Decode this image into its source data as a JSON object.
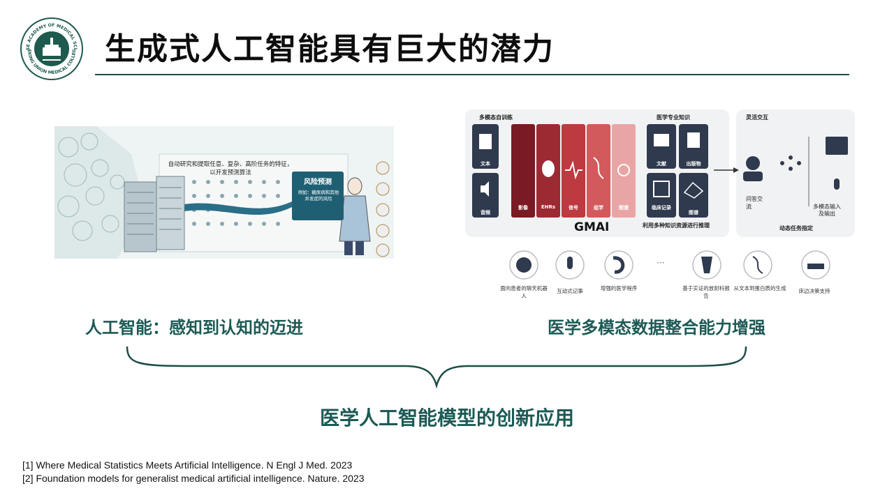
{
  "title": "生成式人工智能具有巨大的潜力",
  "colors": {
    "accent": "#1d5a55",
    "rule": "#1e4a45"
  },
  "logo": {
    "name": "school-seal",
    "inscription_top": "CHINESE ACADEMY OF MEDICAL SCIENCES",
    "inscription_bottom": "PEKING UNION MEDICAL COLLEGE"
  },
  "left_figure": {
    "caption": "自动研究和提取任意、复杂、高阶任务的特征，以开发预测算法",
    "risk_title": "风险预测",
    "risk_text": "例如：糖尿病和其他并发症的风险"
  },
  "right_figure": {
    "pretrain_label": "多模态自训练",
    "knowledge_label": "医学专业知识",
    "interaction_label": "灵活交互",
    "input_tiles": [
      "文本",
      "音频"
    ],
    "data_tiles": [
      "影像",
      "EHRs",
      "信号",
      "组学",
      "图谱"
    ],
    "knowledge_tiles": [
      "文献",
      "出版物",
      "临床记录",
      "图谱"
    ],
    "reasoning_label": "利用多种知识资源进行推理",
    "gmai": "GMAI",
    "qa_label": "问答交流",
    "multimodal_io": "多模态输入及输出",
    "dynamic_task": "动态任务指定",
    "applications": [
      "面向患者的聊天机器人",
      "互动式记事",
      "增强的医学程序",
      "···",
      "基于实证的放射科报告",
      "从文本到蛋白质的生成",
      "床边决策支持"
    ]
  },
  "caption_left": "人工智能：感知到认知的迈进",
  "caption_right": "医学多模态数据整合能力增强",
  "conclusion": "医学人工智能模型的创新应用",
  "references": [
    "[1] Where Medical Statistics Meets Artificial Intelligence. N Engl J Med. 2023",
    "[2] Foundation models for generalist medical artificial intelligence. Nature. 2023"
  ]
}
